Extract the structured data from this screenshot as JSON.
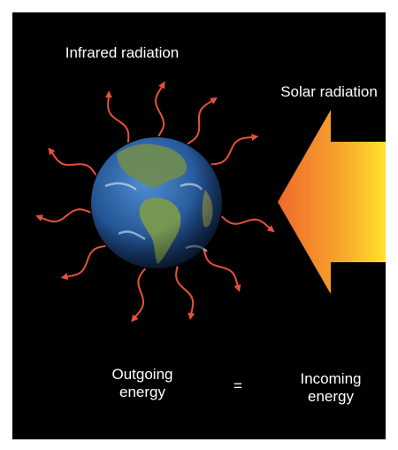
{
  "labels": {
    "infrared": "Infrared radiation",
    "solar": "Solar radiation",
    "outgoing_line1": "Outgoing",
    "outgoing_line2": "energy",
    "equals": "=",
    "incoming_line1": "Incoming",
    "incoming_line2": "energy"
  },
  "colors": {
    "background": "#000000",
    "ir_arrow": "#e8503a",
    "solar_arrow_start": "#ee6a2b",
    "solar_arrow_end": "#ffe22a",
    "ocean": "#2f66a8",
    "land": "#6f8a54"
  }
}
